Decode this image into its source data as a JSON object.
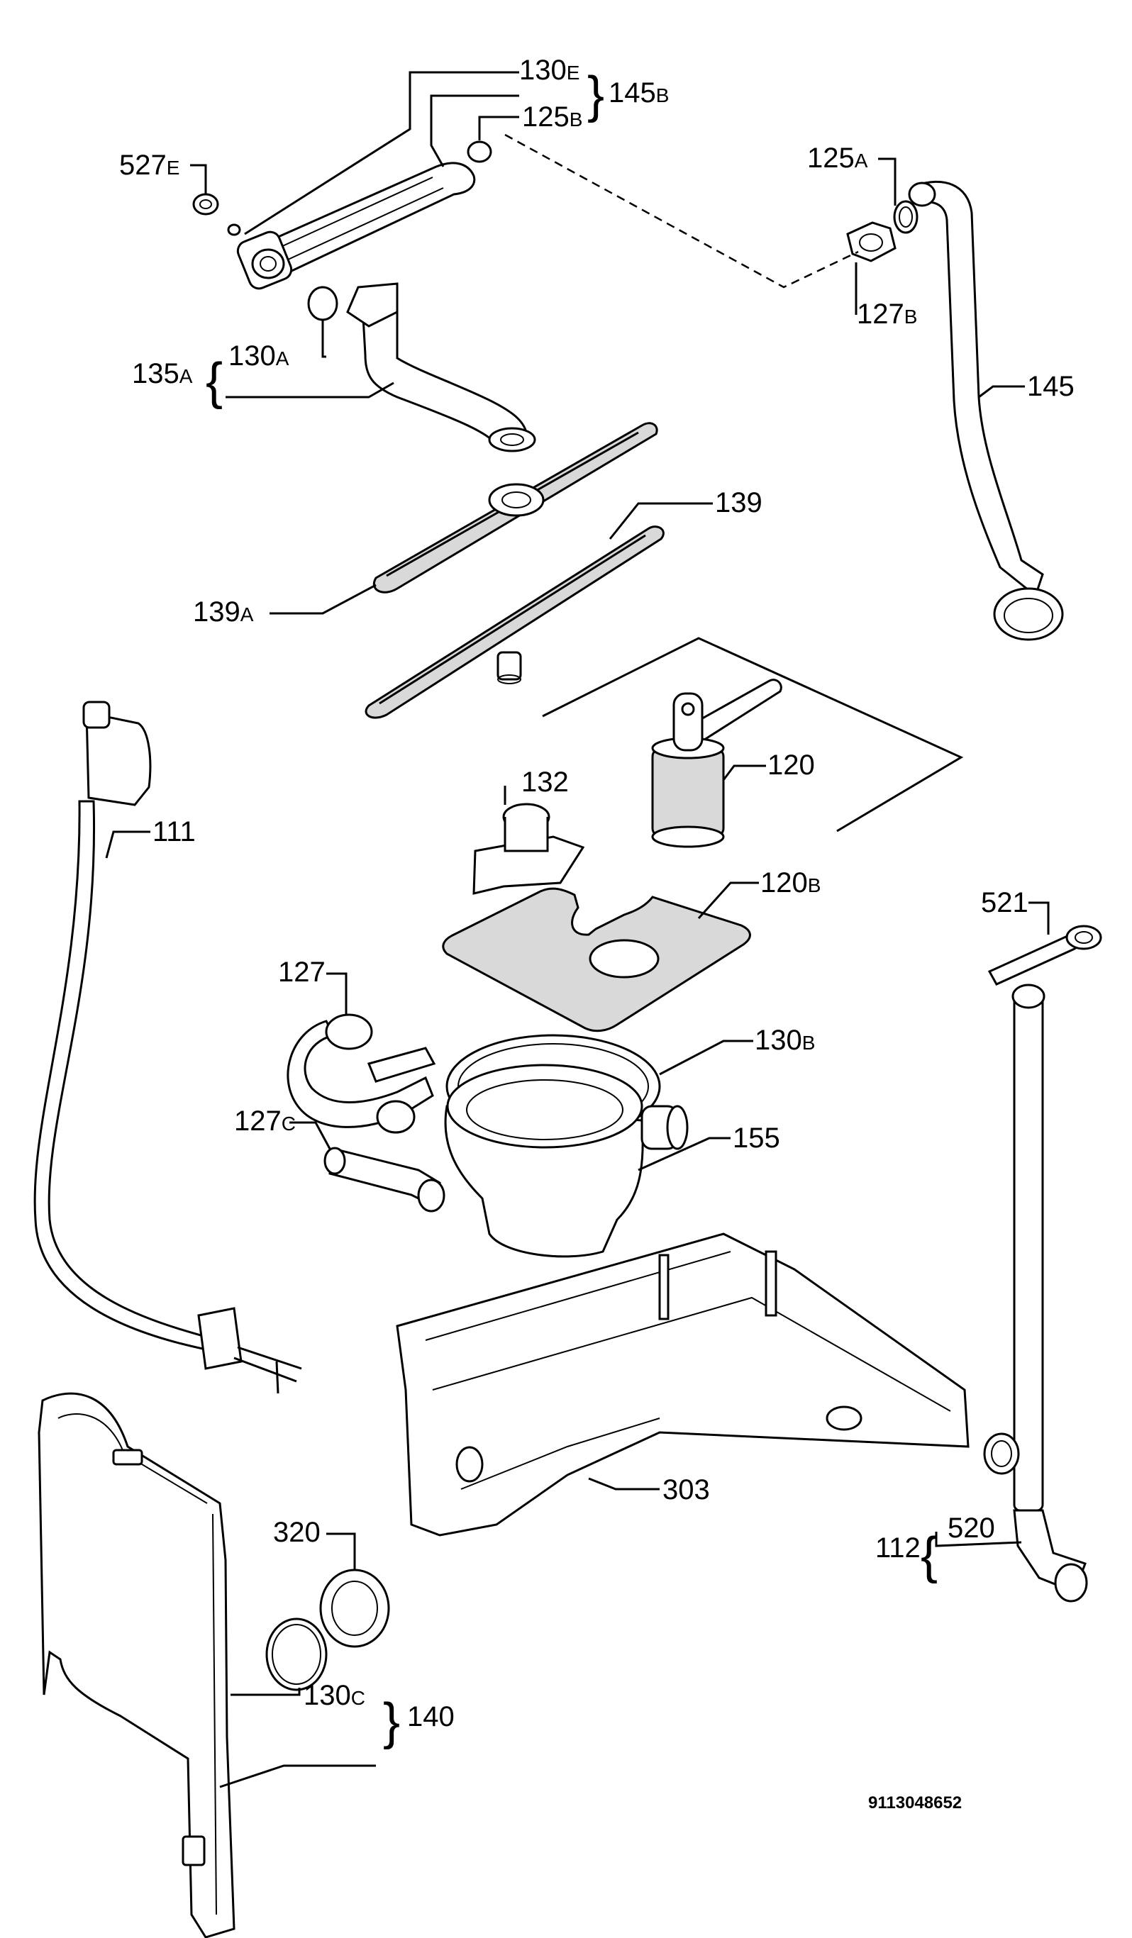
{
  "labels": {
    "l130E": {
      "num": "130",
      "suf": "E"
    },
    "l145B": {
      "num": "145",
      "suf": "B"
    },
    "l125B": {
      "num": "125",
      "suf": "B"
    },
    "l527E": {
      "num": "527",
      "suf": "E"
    },
    "l125A": {
      "num": "125",
      "suf": "A"
    },
    "l127B": {
      "num": "127",
      "suf": "B"
    },
    "l130A": {
      "num": "130",
      "suf": "A"
    },
    "l135A": {
      "num": "135",
      "suf": "A"
    },
    "l145": {
      "num": "145"
    },
    "l139": {
      "num": "139"
    },
    "l139A": {
      "num": "139",
      "suf": "A"
    },
    "l120": {
      "num": "120"
    },
    "l132": {
      "num": "132"
    },
    "l111": {
      "num": "111"
    },
    "l120B": {
      "num": "120",
      "suf": "B"
    },
    "l521": {
      "num": "521"
    },
    "l127": {
      "num": "127"
    },
    "l130B": {
      "num": "130",
      "suf": "B"
    },
    "l127C": {
      "num": "127",
      "suf": "C"
    },
    "l155": {
      "num": "155"
    },
    "l303": {
      "num": "303"
    },
    "l320": {
      "num": "320"
    },
    "l112": {
      "num": "112"
    },
    "l520": {
      "num": "520"
    },
    "l130C": {
      "num": "130",
      "suf": "C"
    },
    "l140": {
      "num": "140"
    }
  },
  "reference_code": "9113048652"
}
